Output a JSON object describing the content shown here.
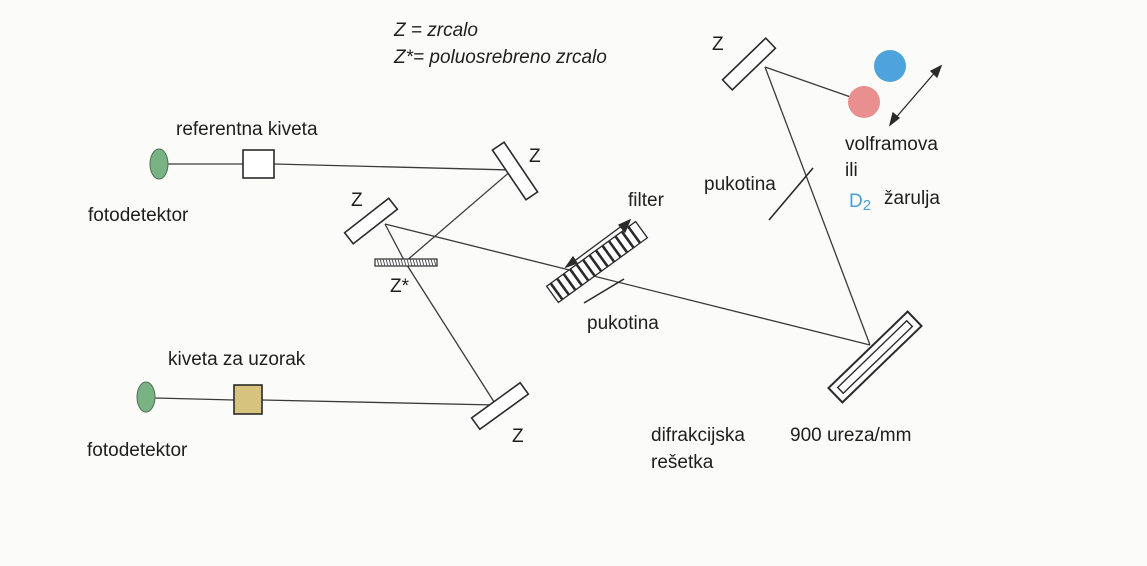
{
  "legend": {
    "mirror_def": "Z = zrcalo",
    "half_mirror_def": "Z*= poluosrebreno zrcalo"
  },
  "labels": {
    "mirror_top_right": "Z",
    "mirror_upper": "Z",
    "mirror_left": "Z",
    "mirror_lower": "Z",
    "beam_splitter": "Z*",
    "reference_cuvette": "referentna kiveta",
    "sample_cuvette": "kiveta za uzorak",
    "detector_top": "fotodetektor",
    "detector_bottom": "fotodetektor",
    "filter": "filter",
    "slit_right": "pukotina",
    "slit_middle": "pukotina",
    "lamp_line1": "volframova",
    "lamp_line2": "ili",
    "lamp_d2_symbol": "D2",
    "lamp_d2_word": "žarulja",
    "grating_line1": "difrakcijska",
    "grating_line2": "rešetka",
    "grating_spec": "900 ureza/mm"
  },
  "colors": {
    "detector": "#7ab383",
    "sample_cuvette": "#d6c37d",
    "bulb_red": "#ea8f8f",
    "bulb_blue": "#4fa3dc",
    "d2_text": "#4a9fd6"
  }
}
